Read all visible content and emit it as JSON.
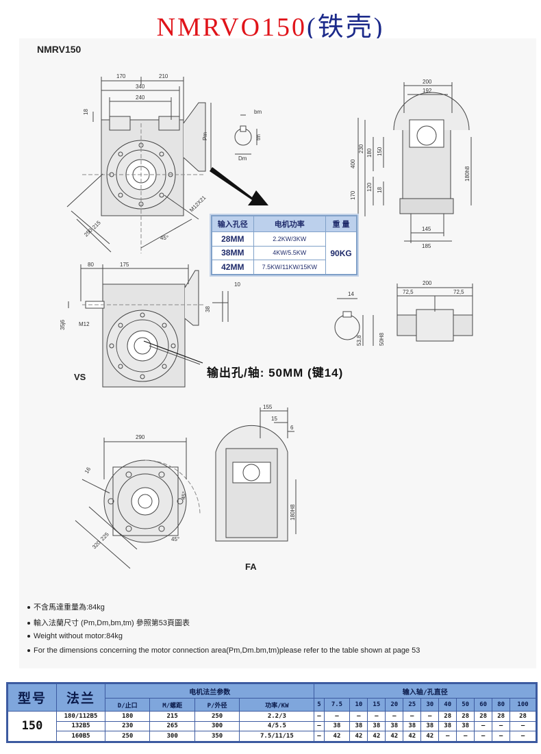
{
  "header": {
    "title_main": "NMRVO150",
    "title_paren": "(铁壳)",
    "model_label": "NMRV150"
  },
  "drawing": {
    "dim_170": "170",
    "dim_210": "210",
    "dim_340": "340",
    "dim_240": "240",
    "dim_18": "18",
    "dim_pm": "Pm",
    "dim_m12x21": "M12X21",
    "dim_215": "215",
    "dim_250": "250",
    "dim_45a": "45°",
    "dim_bm": "bm",
    "dim_tm": "tm",
    "dim_dm": "Dm",
    "dim_200a": "200",
    "dim_192": "192",
    "dim_400": "400",
    "dim_230": "230",
    "dim_180": "180",
    "dim_150": "150",
    "dim_170b": "170",
    "dim_120": "120",
    "dim_18b": "18",
    "dim_180h8": "180h8",
    "dim_145": "145",
    "dim_185": "185",
    "dim_80": "80",
    "dim_175": "175",
    "dim_10": "10",
    "dim_38": "38",
    "dim_35j6": "35j6",
    "dim_m12": "M12",
    "dim_14": "14",
    "dim_53_8": "53,8",
    "dim_50h8": "50H8",
    "dim_200b": "200",
    "dim_72_5a": "72,5",
    "dim_72_5b": "72,5",
    "dim_155": "155",
    "dim_15": "15",
    "dim_6": "6",
    "dim_290": "290",
    "dim_16": "16",
    "dim_225": "225",
    "dim_320": "320",
    "dim_45b": "45°",
    "dim_45c": "45°",
    "dim_180h8b": "180H8",
    "label_vs": "VS",
    "label_fa": "FA"
  },
  "power_table": {
    "headers": [
      "输入孔径",
      "电机功率",
      "重 量"
    ],
    "rows": [
      {
        "bore": "28MM",
        "power": "2.2KW/3KW"
      },
      {
        "bore": "38MM",
        "power": "4KW/5.5KW"
      },
      {
        "bore": "42MM",
        "power": "7.5KW/11KW/15KW"
      }
    ],
    "weight": "90KG"
  },
  "callout": "输出孔/轴: 50MM (键14)",
  "notes": [
    "不含馬達重量為:84kg",
    "輸入法蘭尺寸 (Pm,Dm,bm,tm) 參照第53頁圖表",
    "Weight without motor:84kg",
    "For the dimensions concerning the motor connection area(Pm,Dm.bm,tm)please refer to the table shown at page 53"
  ],
  "spec_table": {
    "col_model": "型号",
    "col_flange": "法兰",
    "group_motor": "电机法兰参数",
    "group_input": "输入轴/孔直径",
    "motor_cols": [
      "D/止口",
      "M/螺距",
      "P/外径",
      "功率/KW"
    ],
    "input_cols": [
      "5",
      "7.5",
      "10",
      "15",
      "20",
      "25",
      "30",
      "40",
      "50",
      "60",
      "80",
      "100"
    ],
    "model": "150",
    "rows": [
      {
        "flange": "180/112B5",
        "d": "180",
        "m": "215",
        "p": "250",
        "kw": "2.2/3",
        "vals": [
          "—",
          "—",
          "—",
          "—",
          "—",
          "—",
          "—",
          "28",
          "28",
          "28",
          "28",
          "28"
        ]
      },
      {
        "flange": "132B5",
        "d": "230",
        "m": "265",
        "p": "300",
        "kw": "4/5.5",
        "vals": [
          "—",
          "38",
          "38",
          "38",
          "38",
          "38",
          "38",
          "38",
          "38",
          "—",
          "—",
          "—"
        ]
      },
      {
        "flange": "160B5",
        "d": "250",
        "m": "300",
        "p": "350",
        "kw": "7.5/11/15",
        "vals": [
          "—",
          "42",
          "42",
          "42",
          "42",
          "42",
          "42",
          "—",
          "—",
          "—",
          "—",
          "—"
        ]
      }
    ]
  }
}
